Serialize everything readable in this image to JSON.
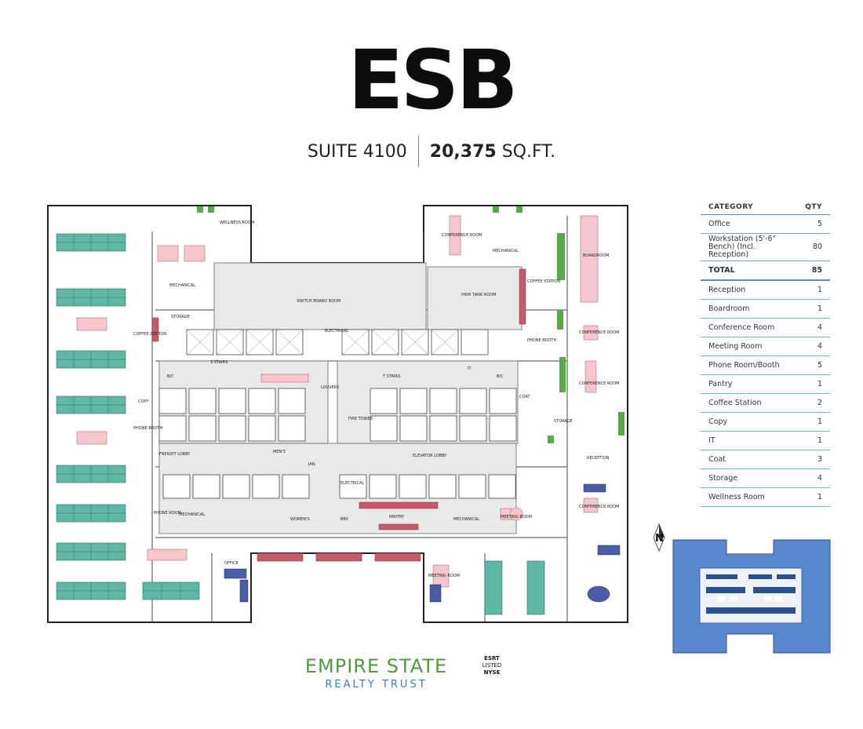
{
  "header": {
    "logo": "ESB",
    "suite": "SUITE 4100",
    "sqft_number": "20,375",
    "sqft_unit": "SQ.FT."
  },
  "table": {
    "col_category": "CATEGORY",
    "col_qty": "QTY",
    "rows": [
      {
        "category": "Office",
        "qty": "5"
      },
      {
        "category": "Workstation (5'-6\" Bench) (Incl. Reception)",
        "qty": "80"
      },
      {
        "category": "TOTAL",
        "qty": "85"
      },
      {
        "category": "Reception",
        "qty": "1"
      },
      {
        "category": "Boardroom",
        "qty": "1"
      },
      {
        "category": "Conference Room",
        "qty": "4"
      },
      {
        "category": "Meeting Room",
        "qty": "4"
      },
      {
        "category": "Phone Room/Booth",
        "qty": "5"
      },
      {
        "category": "Pantry",
        "qty": "1"
      },
      {
        "category": "Coffee Station",
        "qty": "2"
      },
      {
        "category": "Copy",
        "qty": "1"
      },
      {
        "category": "IT",
        "qty": "1"
      },
      {
        "category": "Coat",
        "qty": "3"
      },
      {
        "category": "Storage",
        "qty": "4"
      },
      {
        "category": "Wellness Room",
        "qty": "1"
      }
    ]
  },
  "plan_labels": {
    "wellness": "WELLNESS ROOM",
    "mechanical_1": "MECHANICAL",
    "mechanical_2": "MECHANICAL",
    "mechanical_3": "MECHANICAL",
    "mechanical_4": "MECHANICAL",
    "storage_1": "STORAGE",
    "storage_2": "STORAGE",
    "switchboard": "SWITCH BOARD ROOM",
    "hwh_tank": "HWH TANK ROOM",
    "coffee_station_1": "COFFEE STATION",
    "coffee_station_2": "COFFEE STATION",
    "phone_booth_1": "PHONE BOOTH",
    "phone_booth_2": "PHONE BOOTH",
    "phone_room": "PHONE ROOM",
    "electrical_1": "ELECTRICAL",
    "electrical_2": "ELECTRICAL",
    "stairs_1": "S STAIRS",
    "stairs_2": "T STAIRS",
    "it": "IT",
    "bc_1": "B/C",
    "bc_2": "B/C",
    "copy": "COPY",
    "fire_tower": "FIRE TOWER",
    "elevator_lobby": "ELEVATOR LOBBY",
    "freight_lobby": "FREIGHT LOBBY",
    "mens": "MEN'S",
    "womens": "WOMEN'S",
    "jan": "JAN.",
    "louvers": "LOUVERS",
    "pantry": "PANTRY",
    "reception": "RECEPTION",
    "boardroom": "BOARDROOM",
    "conference_1": "CONFERENCE ROOM",
    "conference_2": "CONFERENCE ROOM",
    "conference_3": "CONFERENCE ROOM",
    "conference_4": "CONFERENCE ROOM",
    "meeting_1": "MEETING ROOM",
    "meeting_2": "MEETING ROOM",
    "office": "OFFICE",
    "coat": "COAT",
    "brv": "BRV"
  },
  "compass": {
    "label": "N"
  },
  "footer": {
    "company_line1": "EMPIRE STATE",
    "company_line2": "REALTY TRUST",
    "badge_line1": "ESRT",
    "badge_line2": "LISTED",
    "badge_line3": "NYSE"
  },
  "colors": {
    "workstation": "#5fb8a6",
    "meeting_furniture": "#f4c6cd",
    "core_gray": "#e8e8e8",
    "office_furniture": "#4a5ba8",
    "accent_red": "#c55a6a",
    "keymap_blue": "#5a88cf",
    "plant_green": "#59a84a"
  }
}
